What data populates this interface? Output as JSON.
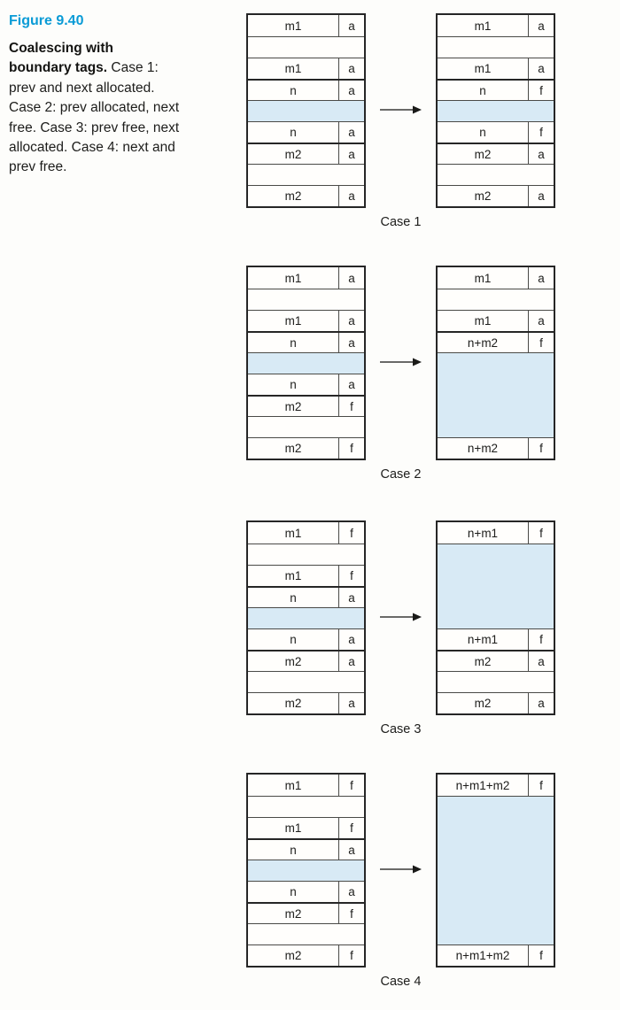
{
  "caption": {
    "figure_label": "Figure 9.40",
    "lines": [
      {
        "bold": "Coalescing with",
        "regular": ""
      },
      {
        "bold": "boundary tags.",
        "regular": " Case 1:"
      },
      {
        "bold": "",
        "regular": "prev and next allocated."
      },
      {
        "bold": "",
        "regular": "Case 2: prev allocated, next"
      },
      {
        "bold": "",
        "regular": "free. Case 3: prev free, next"
      },
      {
        "bold": "",
        "regular": "allocated. Case 4: next and"
      },
      {
        "bold": "",
        "regular": "prev free."
      }
    ]
  },
  "colors": {
    "accent_blue": "#0a9bd6",
    "free_fill": "#d8eaf5",
    "border_dark": "#262626",
    "border_thin": "#4a4a47"
  },
  "cases": [
    {
      "label": "Case 1",
      "before": [
        {
          "type": "tag",
          "label": "m1",
          "tag": "a"
        },
        {
          "type": "pad"
        },
        {
          "type": "tag",
          "label": "m1",
          "tag": "a"
        },
        {
          "type": "tag",
          "label": "n",
          "tag": "a",
          "block_start": true
        },
        {
          "type": "free",
          "span": 1
        },
        {
          "type": "tag",
          "label": "n",
          "tag": "a"
        },
        {
          "type": "tag",
          "label": "m2",
          "tag": "a",
          "block_start": true
        },
        {
          "type": "pad"
        },
        {
          "type": "tag",
          "label": "m2",
          "tag": "a"
        }
      ],
      "after": [
        {
          "type": "tag",
          "label": "m1",
          "tag": "a"
        },
        {
          "type": "pad"
        },
        {
          "type": "tag",
          "label": "m1",
          "tag": "a"
        },
        {
          "type": "tag",
          "label": "n",
          "tag": "f",
          "block_start": true
        },
        {
          "type": "free",
          "span": 1
        },
        {
          "type": "tag",
          "label": "n",
          "tag": "f"
        },
        {
          "type": "tag",
          "label": "m2",
          "tag": "a",
          "block_start": true
        },
        {
          "type": "pad"
        },
        {
          "type": "tag",
          "label": "m2",
          "tag": "a"
        }
      ]
    },
    {
      "label": "Case 2",
      "before": [
        {
          "type": "tag",
          "label": "m1",
          "tag": "a"
        },
        {
          "type": "pad"
        },
        {
          "type": "tag",
          "label": "m1",
          "tag": "a"
        },
        {
          "type": "tag",
          "label": "n",
          "tag": "a",
          "block_start": true
        },
        {
          "type": "free",
          "span": 1
        },
        {
          "type": "tag",
          "label": "n",
          "tag": "a"
        },
        {
          "type": "tag",
          "label": "m2",
          "tag": "f",
          "block_start": true
        },
        {
          "type": "pad"
        },
        {
          "type": "tag",
          "label": "m2",
          "tag": "f"
        }
      ],
      "after": [
        {
          "type": "tag",
          "label": "m1",
          "tag": "a"
        },
        {
          "type": "pad"
        },
        {
          "type": "tag",
          "label": "m1",
          "tag": "a"
        },
        {
          "type": "tag",
          "label": "n+m2",
          "tag": "f",
          "block_start": true
        },
        {
          "type": "free",
          "span": 4
        },
        {
          "type": "tag",
          "label": "n+m2",
          "tag": "f"
        }
      ]
    },
    {
      "label": "Case 3",
      "before": [
        {
          "type": "tag",
          "label": "m1",
          "tag": "f"
        },
        {
          "type": "pad"
        },
        {
          "type": "tag",
          "label": "m1",
          "tag": "f"
        },
        {
          "type": "tag",
          "label": "n",
          "tag": "a",
          "block_start": true
        },
        {
          "type": "free",
          "span": 1
        },
        {
          "type": "tag",
          "label": "n",
          "tag": "a"
        },
        {
          "type": "tag",
          "label": "m2",
          "tag": "a",
          "block_start": true
        },
        {
          "type": "pad"
        },
        {
          "type": "tag",
          "label": "m2",
          "tag": "a"
        }
      ],
      "after": [
        {
          "type": "tag",
          "label": "n+m1",
          "tag": "f"
        },
        {
          "type": "free",
          "span": 4
        },
        {
          "type": "tag",
          "label": "n+m1",
          "tag": "f"
        },
        {
          "type": "tag",
          "label": "m2",
          "tag": "a",
          "block_start": true
        },
        {
          "type": "pad"
        },
        {
          "type": "tag",
          "label": "m2",
          "tag": "a"
        }
      ]
    },
    {
      "label": "Case 4",
      "before": [
        {
          "type": "tag",
          "label": "m1",
          "tag": "f"
        },
        {
          "type": "pad"
        },
        {
          "type": "tag",
          "label": "m1",
          "tag": "f"
        },
        {
          "type": "tag",
          "label": "n",
          "tag": "a",
          "block_start": true
        },
        {
          "type": "free",
          "span": 1
        },
        {
          "type": "tag",
          "label": "n",
          "tag": "a"
        },
        {
          "type": "tag",
          "label": "m2",
          "tag": "f",
          "block_start": true
        },
        {
          "type": "pad"
        },
        {
          "type": "tag",
          "label": "m2",
          "tag": "f"
        }
      ],
      "after": [
        {
          "type": "tag",
          "label": "n+m1+m2",
          "tag": "f"
        },
        {
          "type": "free",
          "span": 7
        },
        {
          "type": "tag",
          "label": "n+m1+m2",
          "tag": "f"
        }
      ]
    }
  ]
}
